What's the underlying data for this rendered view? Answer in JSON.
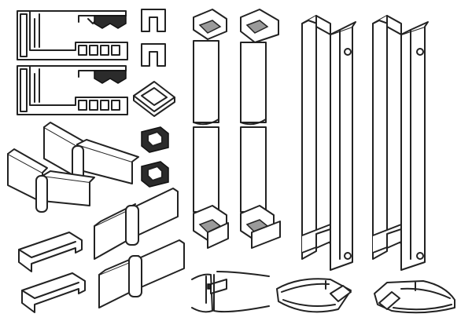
{
  "image": {
    "kind": "product line-art catalog",
    "background_color": "#ffffff",
    "line_color": "#222222"
  },
  "components": [
    {
      "name": "aluminum-profile-rail",
      "count": 2
    },
    {
      "name": "end-cap",
      "count": 2
    },
    {
      "name": "corner-connector",
      "count": 1
    },
    {
      "name": "small-clip",
      "count": 2
    },
    {
      "name": "glass-hinge",
      "count": 4
    },
    {
      "name": "u-channel",
      "count": 2
    },
    {
      "name": "pivot-rod",
      "count": 2
    },
    {
      "name": "pull-handle",
      "count": 2
    },
    {
      "name": "glass-seal-strip",
      "count": 3
    }
  ]
}
